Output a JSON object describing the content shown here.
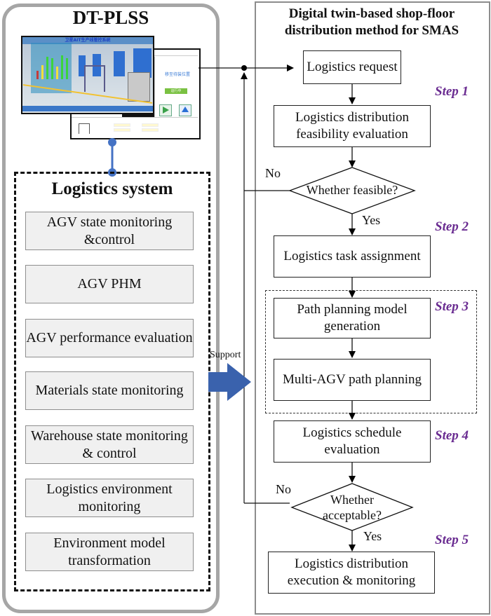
{
  "left_panel": {
    "title": "DT-PLSS",
    "screenshot": {
      "description": "DT-PLSS 3D shop-floor monitoring interface screenshot",
      "front_title_text": "卫星AIT生产线管控系统",
      "side_panel_label": "移至待装位置",
      "status_button": "运行中"
    },
    "logistics_system": {
      "title": "Logistics system",
      "items": [
        {
          "label": "AGV state monitoring &control"
        },
        {
          "label": "AGV PHM"
        },
        {
          "label": "AGV performance evaluation"
        },
        {
          "label": "Materials state monitoring"
        },
        {
          "label": "Warehouse state monitoring & control"
        },
        {
          "label": "Logistics environment monitoring"
        },
        {
          "label": "Environment model transformation"
        }
      ]
    },
    "support_label": "Support",
    "colors": {
      "connector": "#4472c4",
      "support_arrow": "#3a62ad",
      "item_fill": "#f0f0f0"
    }
  },
  "right_panel": {
    "title_line1": "Digital twin-based shop-floor",
    "title_line2": "distribution method for SMAS",
    "boxes": {
      "request": "Logistics request",
      "feasibility": "Logistics distribution feasibility evaluation",
      "task_assignment": "Logistics task assignment",
      "model_generation": "Path planning model generation",
      "path_planning": "Multi-AGV path planning",
      "schedule_eval": "Logistics schedule evaluation",
      "execution": "Logistics distribution execution & monitoring"
    },
    "decisions": {
      "feasible": "Whether feasible?",
      "acceptable_line1": "Whether",
      "acceptable_line2": "acceptable?"
    },
    "labels": {
      "no": "No",
      "yes": "Yes"
    },
    "steps": [
      "Step 1",
      "Step 2",
      "Step 3",
      "Step 4",
      "Step 5"
    ],
    "colors": {
      "step": "#6a2c91"
    }
  }
}
